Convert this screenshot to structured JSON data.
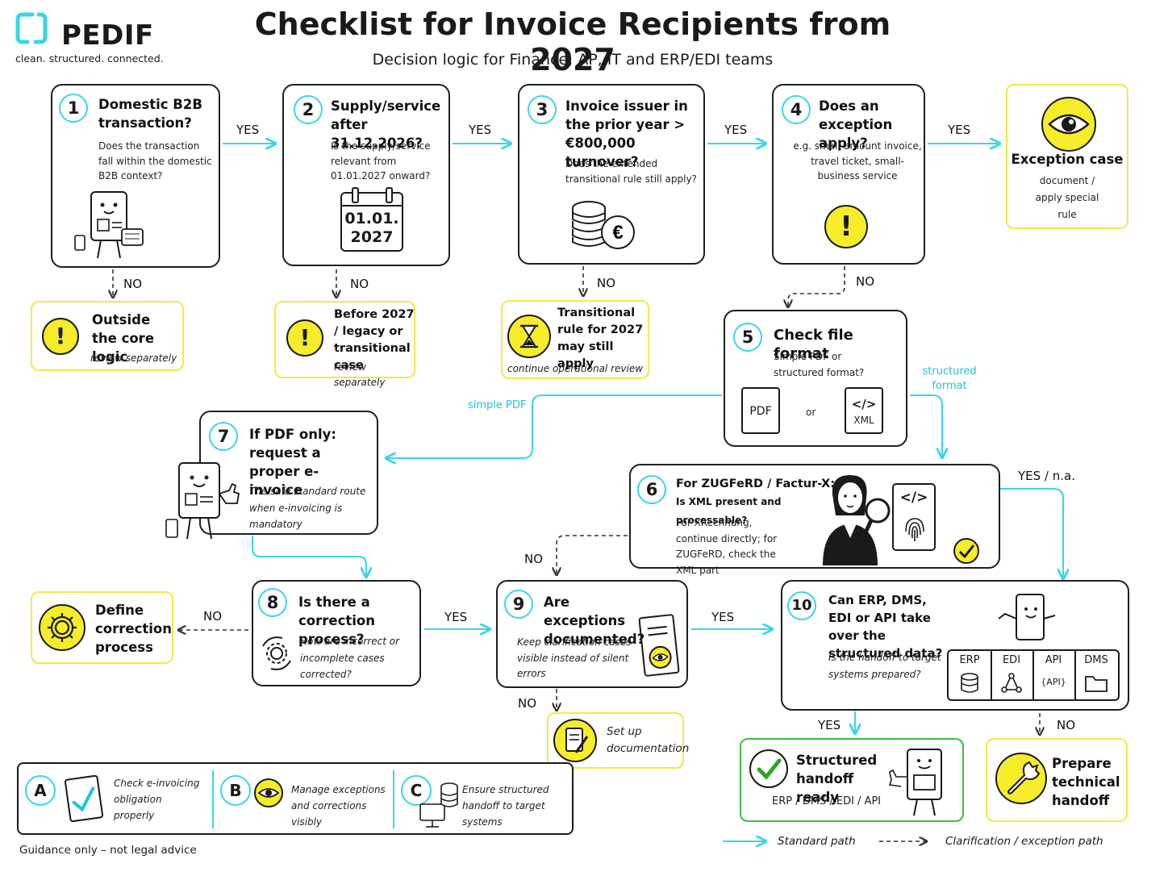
{
  "brand": {
    "name": "PEDIF",
    "tagline": "clean. structured. connected."
  },
  "header": {
    "title": "Checklist for Invoice Recipients from 2027",
    "subtitle": "Decision logic for Finance, AP, IT and ERP/EDI teams"
  },
  "steps": {
    "s1": {
      "num": "1",
      "title": "Domestic B2B transaction?",
      "desc": "Does the transaction fall within the domestic B2B context?"
    },
    "s2": {
      "num": "2",
      "title": "Supply/service after 31.12.2026?",
      "desc": "Is the supply/service relevant from 01.01.2027 onward?",
      "cal1": "01.01.",
      "cal2": "2027"
    },
    "s3": {
      "num": "3",
      "title": "Invoice issuer in the prior year > €800,000 turnover?",
      "desc": "Does the extended transitional rule still apply?",
      "euro": "€"
    },
    "s4": {
      "num": "4",
      "title": "Does an exception apply?",
      "desc": "e.g. small-amount invoice, travel ticket, small-business service",
      "mark": "!"
    },
    "s5": {
      "num": "5",
      "title": "Check file format",
      "desc": "Simple PDF or structured format?",
      "pdf": "PDF",
      "or": "or",
      "xml": "XML",
      "code": "</>"
    },
    "s6": {
      "num": "6",
      "title": "For ZUGFeRD / Factur-X:",
      "title2": "Is XML present and processable?",
      "desc": "For XRechnung, continue directly; for ZUGFeRD, check the XML part",
      "code": "</>"
    },
    "s7": {
      "num": "7",
      "title": "If PDF only: request a proper e-invoice",
      "desc": "The safe standard route when e-invoicing is mandatory"
    },
    "s8": {
      "num": "8",
      "title": "Is there a correction process?",
      "desc": "How are incorrect or incomplete cases corrected?"
    },
    "s9": {
      "num": "9",
      "title": "Are exceptions documented?",
      "desc": "Keep clarification cases visible instead of silent errors"
    },
    "s10": {
      "num": "10",
      "title": "Can ERP, DMS, EDI or API take over the structured data?",
      "desc": "Is the handoff to target systems prepared?",
      "systems": [
        "ERP",
        "EDI",
        "API",
        "DMS"
      ],
      "api_tag": "{API}"
    }
  },
  "outcomes": {
    "exception": {
      "title": "Exception case",
      "desc": "document / apply special rule"
    },
    "outside": {
      "title": "Outside the core logic",
      "desc": "review separately",
      "mark": "!"
    },
    "before2027": {
      "title": "Before 2027 / legacy or transitional case",
      "desc": "review separately",
      "mark": "!"
    },
    "transitional": {
      "title": "Transitional rule for 2027 may still apply",
      "desc": "continue operational review"
    },
    "correction": {
      "title": "Define correction process"
    },
    "documentation": {
      "title": "Set up documentation"
    },
    "ready": {
      "title": "Structured handoff ready",
      "desc": "ERP / DMS / EDI / API"
    },
    "handoff": {
      "title": "Prepare technical handoff"
    }
  },
  "edges": {
    "yes": "YES",
    "no": "NO",
    "yes_na": "YES / n.a.",
    "simple_pdf": "simple PDF",
    "structured_format": "structured format"
  },
  "summary": {
    "a": {
      "letter": "A",
      "text": "Check e-invoicing obligation properly"
    },
    "b": {
      "letter": "B",
      "text": "Manage exceptions and corrections visibly"
    },
    "c": {
      "letter": "C",
      "text": "Ensure structured handoff to target systems"
    }
  },
  "footer": {
    "disclaimer": "Guidance only – not legal advice"
  },
  "legend": {
    "standard": "Standard path",
    "exception": "Clarification / exception path"
  },
  "colors": {
    "accent": "#38d6e6",
    "highlight": "#f6ec2a",
    "success": "#3fbf3f",
    "ink": "#1a1a1a"
  }
}
